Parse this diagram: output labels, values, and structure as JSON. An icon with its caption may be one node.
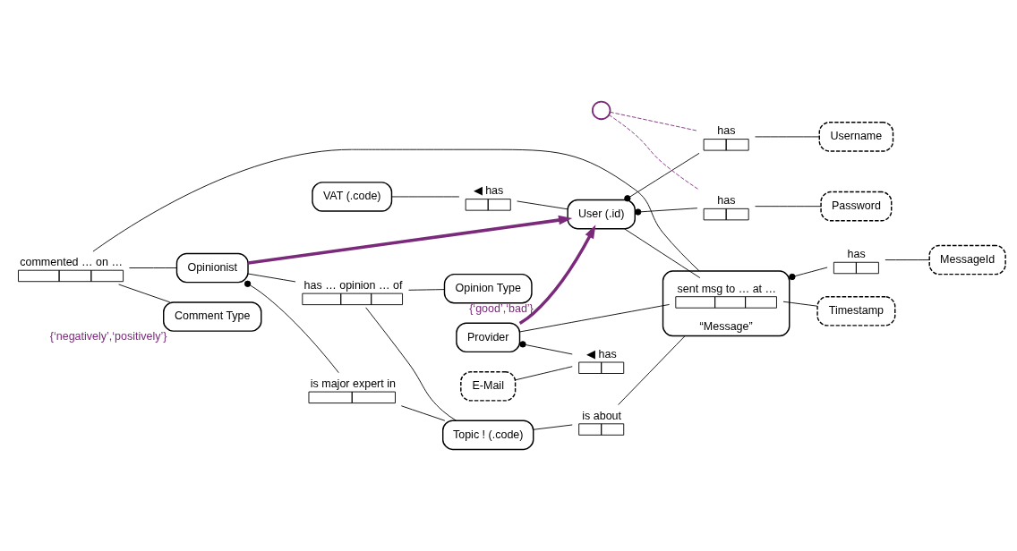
{
  "diagram": {
    "nodes": [
      {
        "text": [
          "VAT (.code)"
        ]
      },
      {
        "text": [
          "◀ has"
        ]
      },
      {
        "text": [
          "User (.id)"
        ]
      },
      {
        "text": [
          "has"
        ]
      },
      {
        "text": [
          "Username"
        ]
      },
      {
        "text": [],
        "shape": "circle"
      },
      {
        "text": [
          "has"
        ]
      },
      {
        "text": [
          "Password"
        ]
      },
      {
        "text": [
          "is major expert in"
        ]
      },
      {
        "text": [
          "Opinionist"
        ]
      },
      {
        "text": [
          "has … opinion … of"
        ]
      },
      {
        "text": [
          "Topic ! (.code)"
        ]
      },
      {
        "text": [
          "commented … on …"
        ]
      },
      {
        "text": [
          "Comment Type"
        ],
        "beside": [
          "{‘negatively’,‘positively’}"
        ]
      },
      {
        "text": [
          "Opinion Type"
        ],
        "beside": [
          "{‘good’,‘bad’}"
        ]
      },
      {
        "text": [
          "is about"
        ]
      },
      {
        "text": [
          "E-Mail"
        ]
      },
      {
        "text": [
          "◀ has"
        ]
      },
      {
        "text": [
          "Provider"
        ]
      },
      {
        "text": [
          "“Message”"
        ]
      },
      {
        "text": [
          "sent msg to … at …"
        ],
        "in": 19
      },
      {
        "text": [
          "has"
        ]
      },
      {
        "text": [
          "MessageId"
        ]
      },
      {
        "text": [
          "Timestamp"
        ]
      }
    ],
    "edges": [
      {
        "from": 0,
        "to": 1,
        "arrow": "none"
      },
      {
        "from": 1,
        "to": 2,
        "arrow": "none"
      },
      {
        "from": 2,
        "to": 3,
        "arrow": "other"
      },
      {
        "from": 3,
        "to": 4,
        "arrow": "none"
      },
      {
        "from": 5,
        "to": 3,
        "arrow": "none",
        "style": "dashed",
        "color": "#7b2a7b"
      },
      {
        "from": 5,
        "to": 6,
        "arrow": "none",
        "style": "dashed",
        "color": "#7b2a7b"
      },
      {
        "from": 2,
        "to": 6,
        "arrow": "other"
      },
      {
        "from": 6,
        "to": 7,
        "arrow": "none"
      },
      {
        "from": 9,
        "to": 2,
        "arrow": "to",
        "style": "thick",
        "color": "#7b2a7b"
      },
      {
        "from": 9,
        "to": 8,
        "arrow": "other"
      },
      {
        "from": 8,
        "to": 11,
        "arrow": "none"
      },
      {
        "from": 9,
        "to": 10,
        "arrow": "none"
      },
      {
        "from": 10,
        "to": 11,
        "arrow": "none"
      },
      {
        "from": 10,
        "to": 14,
        "arrow": "none"
      },
      {
        "from": 12,
        "to": 9,
        "arrow": "none"
      },
      {
        "from": 12,
        "to": 13,
        "arrow": "none"
      },
      {
        "from": 12,
        "to": 19,
        "arrow": "none"
      },
      {
        "from": 2,
        "to": 20,
        "arrow": "none"
      },
      {
        "from": 11,
        "to": 15,
        "arrow": "none"
      },
      {
        "from": 15,
        "to": 19,
        "arrow": "none"
      },
      {
        "from": 18,
        "to": 2,
        "arrow": "to",
        "style": "thick",
        "color": "#7b2a7b"
      },
      {
        "from": 16,
        "to": 17,
        "arrow": "none"
      },
      {
        "from": 18,
        "to": 17,
        "arrow": "other"
      },
      {
        "from": 18,
        "to": 20,
        "arrow": "none"
      },
      {
        "from": 20,
        "to": 23,
        "arrow": "none"
      },
      {
        "from": 19,
        "to": 21,
        "arrow": "other"
      },
      {
        "from": 21,
        "to": 22,
        "arrow": "none"
      }
    ]
  }
}
